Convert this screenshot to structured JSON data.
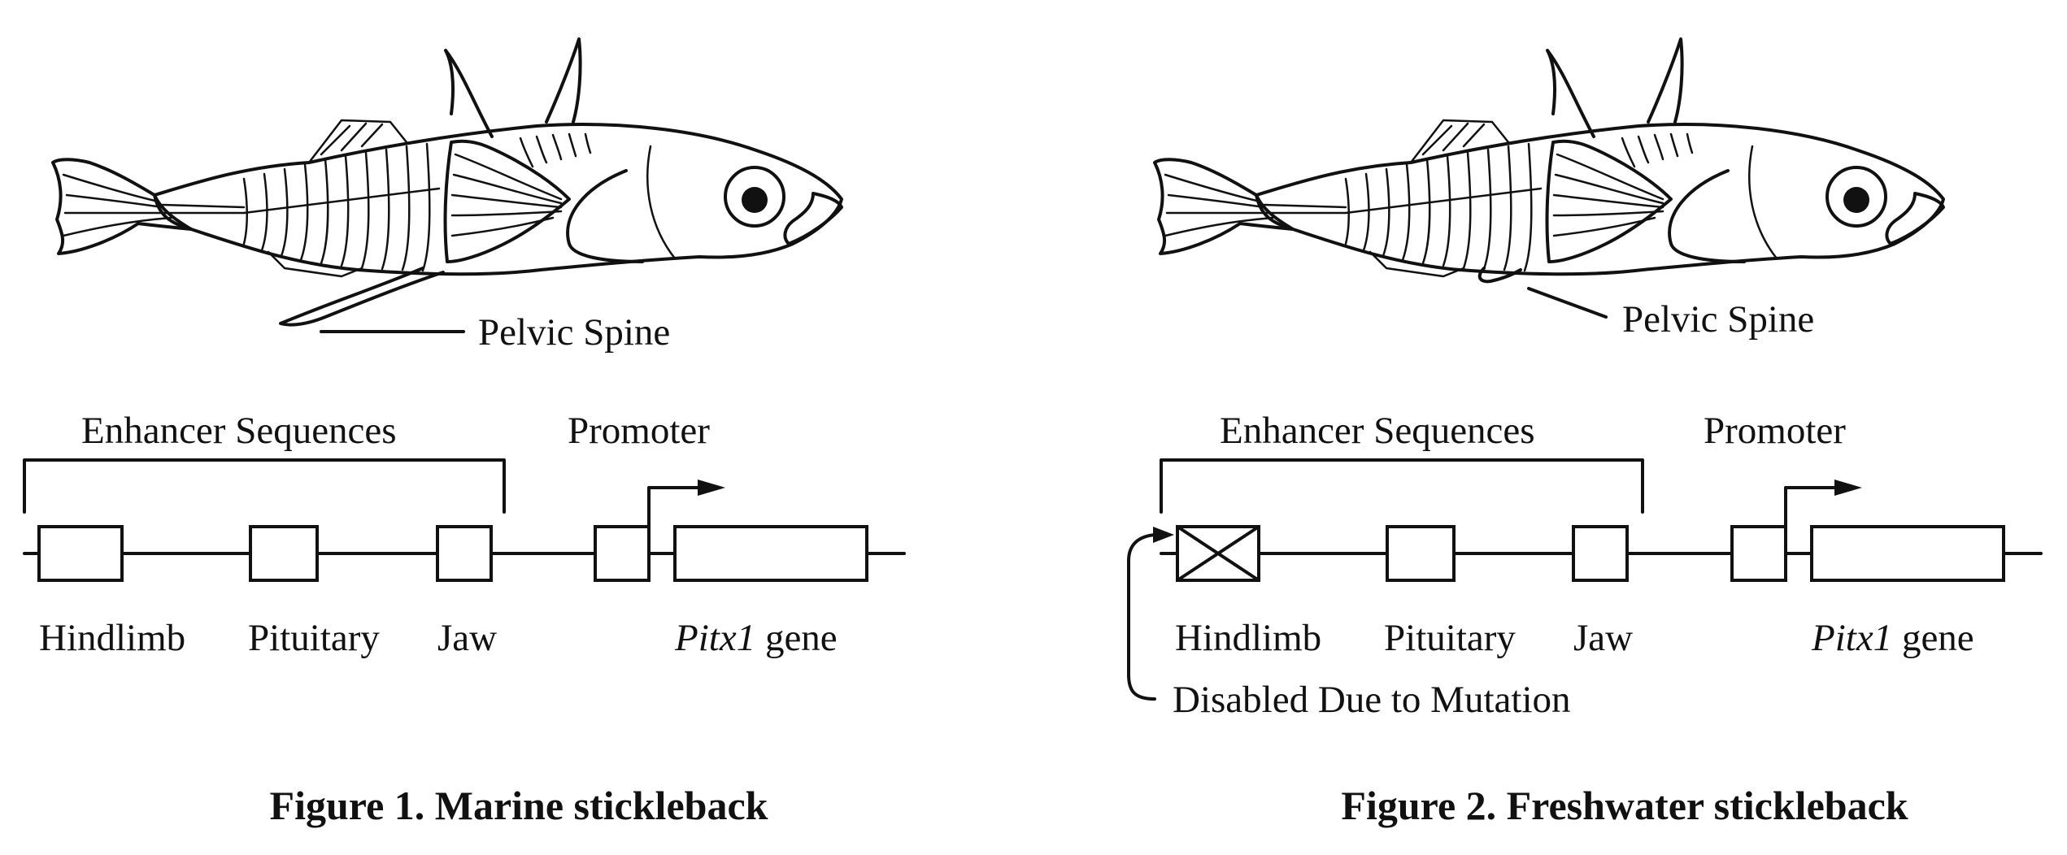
{
  "labels": {
    "pelvic_spine": "Pelvic Spine",
    "enhancer_sequences": "Enhancer Sequences",
    "promoter": "Promoter",
    "hindlimb": "Hindlimb",
    "pituitary": "Pituitary",
    "jaw": "Jaw",
    "gene_italic": "Pitx1",
    "gene_suffix": " gene",
    "disabled": "Disabled Due to Mutation"
  },
  "figures": [
    {
      "caption": "Figure 1. Marine stickleback"
    },
    {
      "caption": "Figure 2. Freshwater stickleback"
    }
  ],
  "icons": {
    "fish": "stickleback-fish-illustration",
    "mutation": "crossed-box-icon",
    "arrow": "transcription-arrow-icon"
  }
}
